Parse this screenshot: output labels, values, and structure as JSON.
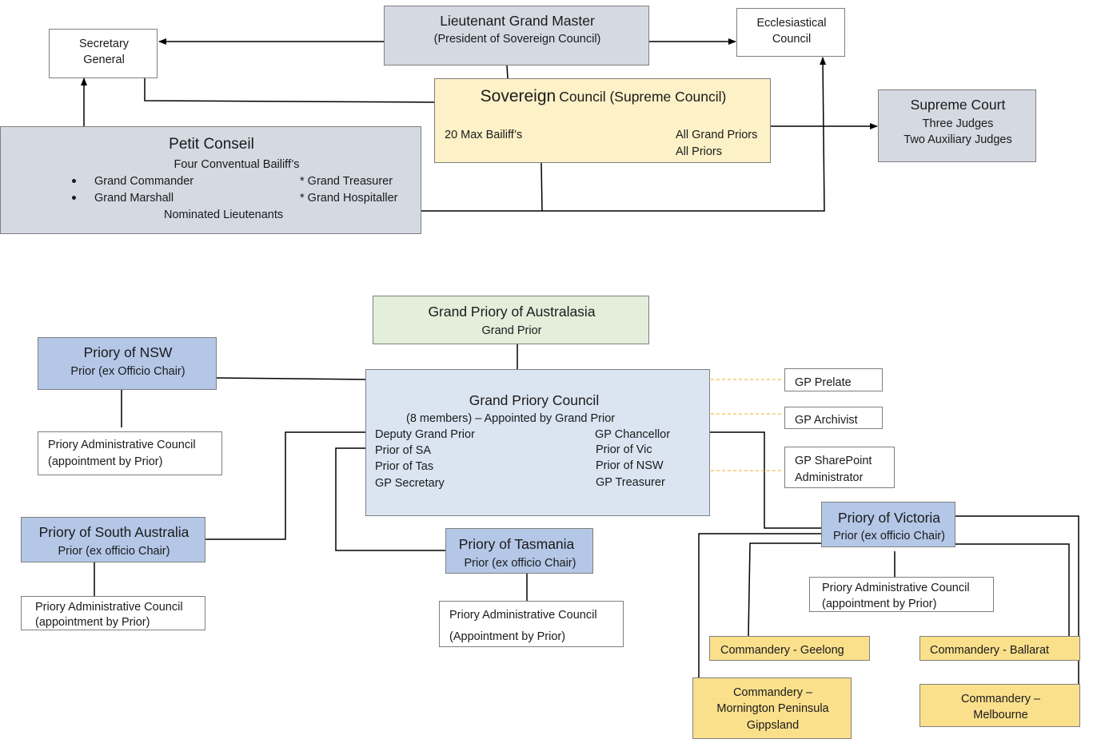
{
  "international": {
    "lieutenant_grand_master": {
      "title": "Lieutenant Grand Master",
      "subtitle": "(President of Sovereign Council)"
    },
    "ecclesiastical_council": {
      "line1": "Ecclesiastical",
      "line2": "Council"
    },
    "secretary_general": {
      "line1": "Secretary",
      "line2": "General"
    },
    "sovereign_council": {
      "title_main": "Sovereign",
      "title_rest": "Council (Supreme Council)",
      "left": "20 Max Bailiff’s",
      "right1": "All Grand Priors",
      "right2": "All Priors"
    },
    "supreme_court": {
      "title": "Supreme Court",
      "line1": "Three Judges",
      "line2": "Two Auxiliary Judges"
    },
    "petit_conseil": {
      "title": "Petit Conseil",
      "subtitle": "Four Conventual Bailiff’s",
      "left1": "Grand Commander",
      "left2": "Grand Marshall",
      "right1": "* Grand Treasurer",
      "right2": "* Grand Hospitaller",
      "footer": "Nominated Lieutenants"
    }
  },
  "australasia": {
    "grand_priory": {
      "title": "Grand Priory of Australasia",
      "subtitle": "Grand Prior"
    },
    "grand_priory_council": {
      "title": "Grand Priory Council",
      "subtitle": "(8 members) – Appointed by Grand Prior",
      "left_members": [
        "Deputy Grand Prior",
        "Prior of SA",
        "Prior of Tas",
        "GP Secretary"
      ],
      "right_members": [
        "GP Chancellor",
        "Prior of Vic",
        "Prior of NSW",
        "GP Treasurer"
      ]
    },
    "gp_prelate": "GP Prelate",
    "gp_archivist": "GP Archivist",
    "gp_sharepoint": {
      "line1": "GP SharePoint",
      "line2": "Administrator"
    },
    "priory_nsw": {
      "title": "Priory of NSW",
      "subtitle": "Prior (ex Officio Chair)"
    },
    "nsw_admin": {
      "line1": "Priory Administrative Council",
      "line2": "(appointment by Prior)"
    },
    "priory_sa": {
      "title": "Priory of South Australia",
      "subtitle": "Prior (ex officio Chair)"
    },
    "sa_admin": {
      "line1": "Priory Administrative Council",
      "line2": "(appointment by Prior)"
    },
    "priory_tas": {
      "title": "Priory of Tasmania",
      "subtitle": "Prior (ex officio Chair)"
    },
    "tas_admin": {
      "line1": "Priory Administrative Council",
      "line2": "(Appointment by Prior)"
    },
    "priory_vic": {
      "title": "Priory of Victoria",
      "subtitle": "Prior (ex officio Chair)"
    },
    "vic_admin": {
      "line1": "Priory Administrative Council",
      "line2": "(appointment by Prior)"
    },
    "commandery_geelong": "Commandery - Geelong",
    "commandery_ballarat": "Commandery - Ballarat",
    "commandery_mornington": {
      "line1": "Commandery –",
      "line2": "Mornington Peninsula",
      "line3": "Gippsland"
    },
    "commandery_melbourne": {
      "line1": "Commandery –",
      "line2": "Melbourne"
    }
  },
  "colors": {
    "grey": "#d4d9e2",
    "cream": "#fdf1c8",
    "gold": "#fbe08c",
    "green": "#e3eedb",
    "blue": "#b4c7e7",
    "light_blue": "#dbe5f2",
    "dashed_connector": "#f2c14e"
  }
}
